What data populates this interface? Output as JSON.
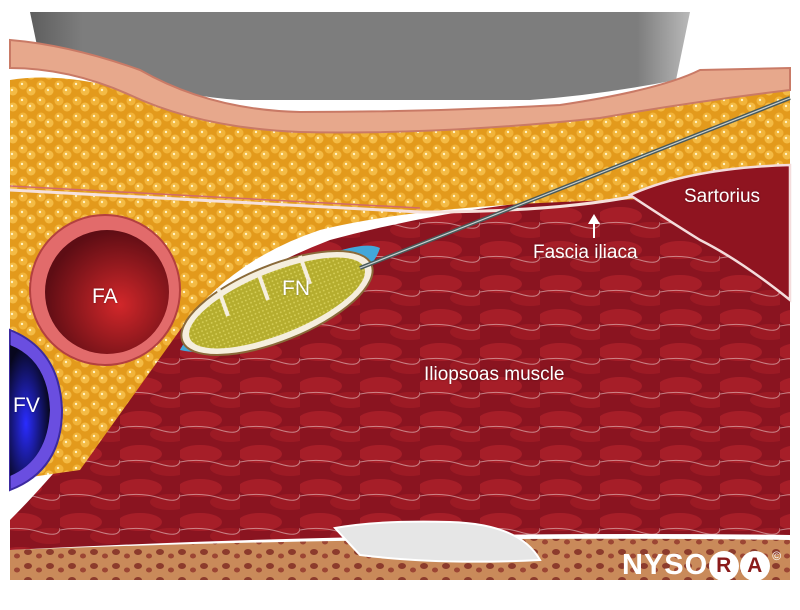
{
  "diagram": {
    "type": "ultrasound-guided nerve block cross-section",
    "labels": {
      "sartorius": "Sartorius",
      "fascia_iliaca": "Fascia iliaca",
      "femoral_artery": "FA",
      "femoral_nerve": "FN",
      "femoral_vein": "FV",
      "iliopsoas": "Iliopsoas muscle"
    },
    "logo": {
      "prefix": "NYSO",
      "circled_1": "R",
      "circled_2": "A",
      "copyright": "©"
    },
    "colors": {
      "probe": "#7a7a7a",
      "skin": "#e6a58a",
      "fat": "#eba524",
      "muscle": "#8e1620",
      "nerve": "#b8b336",
      "nerve_sheath_blue": "#3fa6d8",
      "artery": "#e46a6a",
      "vein": "#5a46c8",
      "bone": "#c27d4d"
    }
  }
}
